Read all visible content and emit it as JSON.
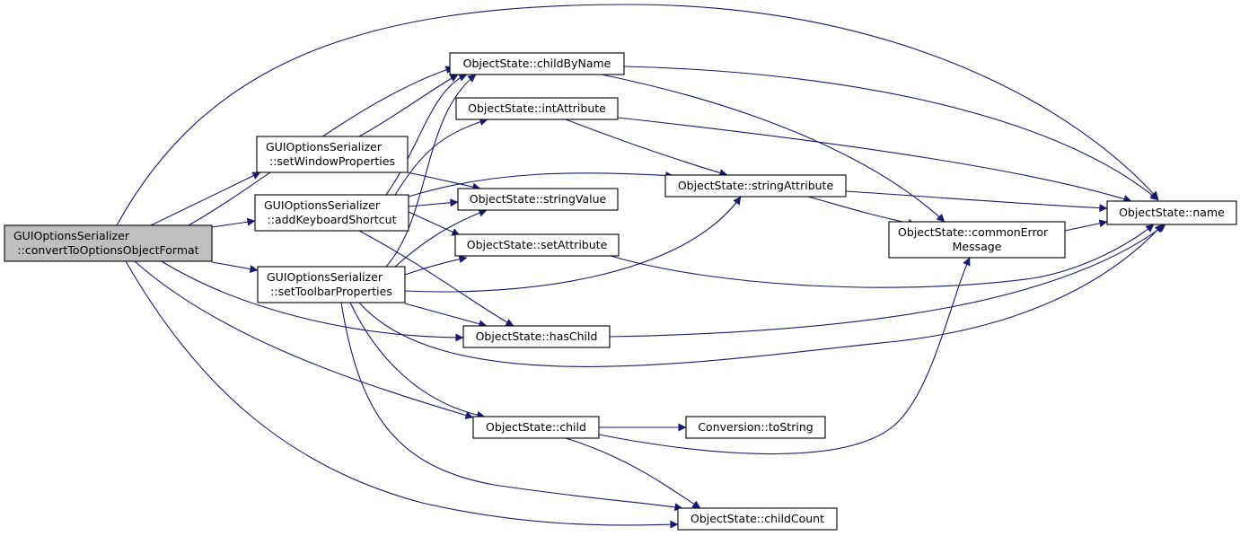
{
  "graph": {
    "nodes": [
      {
        "id": "convert",
        "lines": [
          "GUIOptionsSerializer",
          "::convertToOptionsObjectFormat"
        ],
        "role": "root"
      },
      {
        "id": "setWindow",
        "lines": [
          "GUIOptionsSerializer",
          "::setWindowProperties"
        ],
        "role": "normal"
      },
      {
        "id": "addKeyboard",
        "lines": [
          "GUIOptionsSerializer",
          "::addKeyboardShortcut"
        ],
        "role": "normal"
      },
      {
        "id": "setToolbar",
        "lines": [
          "GUIOptionsSerializer",
          "::setToolbarProperties"
        ],
        "role": "normal"
      },
      {
        "id": "childByName",
        "lines": [
          "ObjectState::childByName"
        ],
        "role": "normal"
      },
      {
        "id": "intAttribute",
        "lines": [
          "ObjectState::intAttribute"
        ],
        "role": "truncated"
      },
      {
        "id": "stringValue",
        "lines": [
          "ObjectState::stringValue"
        ],
        "role": "normal"
      },
      {
        "id": "setAttribute",
        "lines": [
          "ObjectState::setAttribute"
        ],
        "role": "normal"
      },
      {
        "id": "hasChild",
        "lines": [
          "ObjectState::hasChild"
        ],
        "role": "normal"
      },
      {
        "id": "child",
        "lines": [
          "ObjectState::child"
        ],
        "role": "normal"
      },
      {
        "id": "childCount",
        "lines": [
          "ObjectState::childCount"
        ],
        "role": "normal"
      },
      {
        "id": "stringAttribute",
        "lines": [
          "ObjectState::stringAttribute"
        ],
        "role": "normal"
      },
      {
        "id": "commonError",
        "lines": [
          "ObjectState::commonError",
          "Message"
        ],
        "role": "normal"
      },
      {
        "id": "toString",
        "lines": [
          "Conversion::toString"
        ],
        "role": "normal"
      },
      {
        "id": "name",
        "lines": [
          "ObjectState::name"
        ],
        "role": "normal"
      }
    ],
    "colors": {
      "edge": "#191970",
      "root_fill": "#bfbfbf",
      "node_fill": "#ffffff",
      "node_border": "#000000",
      "truncated_border": "#ff0000"
    }
  }
}
